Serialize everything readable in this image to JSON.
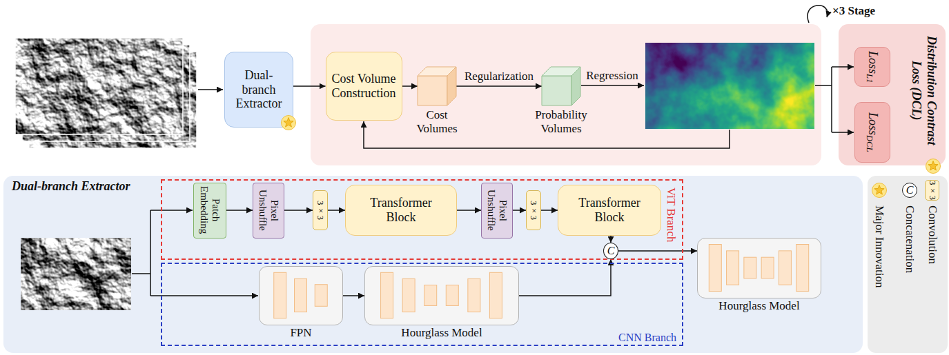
{
  "diagram": {
    "nodes": [
      {
        "text": [
          "Dual-branch Extractor"
        ]
      },
      {
        "text": [
          "Cost Volume Construction"
        ]
      },
      {
        "text": [
          "Cost Volumes"
        ]
      },
      {
        "text": [
          "Probability Volumes"
        ]
      },
      {
        "text": [
          "Distribution Contrast Loss (DCL)"
        ]
      },
      {
        "text": [
          "Loss",
          "L1"
        ],
        "in": 4
      },
      {
        "text": [
          "Loss",
          "DCL"
        ],
        "in": 4
      },
      {
        "text": [
          "Dual-branch Extractor"
        ]
      },
      {
        "text": [
          "ViT Branch"
        ],
        "in": 7
      },
      {
        "text": [
          "Patch Embedding"
        ],
        "in": 8
      },
      {
        "text": [
          "Pixel Unshuffle"
        ],
        "in": 8
      },
      {
        "text": [
          "3×3"
        ],
        "in": 8
      },
      {
        "text": [
          "Transformer Block"
        ],
        "in": 8
      },
      {
        "text": [
          "Pixel Unshuffle"
        ],
        "in": 8
      },
      {
        "text": [
          "3×3"
        ],
        "in": 8
      },
      {
        "text": [
          "Transformer Block"
        ],
        "in": 8
      },
      {
        "text": [
          "CNN Branch"
        ],
        "in": 7
      },
      {
        "text": [
          "FPN"
        ],
        "in": 16
      },
      {
        "text": [
          "Hourglass Model"
        ],
        "in": 16
      },
      {
        "text": [
          "C"
        ],
        "in": 7
      },
      {
        "text": [
          "Hourglass Model"
        ],
        "in": 7
      }
    ],
    "edges": [
      {
        "from": 0,
        "to": 1,
        "arrow": "to"
      },
      {
        "from": 1,
        "to": 2,
        "arrow": "to"
      },
      {
        "from": 2,
        "to": 3,
        "arrow": "to",
        "label": "Regularization"
      },
      {
        "from": 9,
        "to": 10,
        "arrow": "to"
      },
      {
        "from": 10,
        "to": 11,
        "arrow": "to"
      },
      {
        "from": 11,
        "to": 12,
        "arrow": "to"
      },
      {
        "from": 12,
        "to": 13,
        "arrow": "to"
      },
      {
        "from": 13,
        "to": 14,
        "arrow": "to"
      },
      {
        "from": 14,
        "to": 15,
        "arrow": "to"
      },
      {
        "from": 17,
        "to": 18,
        "arrow": "to"
      },
      {
        "from": 15,
        "to": 19,
        "arrow": "to"
      },
      {
        "from": 18,
        "to": 19,
        "arrow": "to"
      },
      {
        "from": 19,
        "to": 20,
        "arrow": "to"
      }
    ],
    "labels": [
      "×3 Stage",
      "Regression",
      "C",
      "3×3"
    ],
    "legend": [
      {
        "text": "Major Innovation"
      },
      {
        "text": "Concatenation"
      },
      {
        "text": "Convolution"
      }
    ]
  }
}
